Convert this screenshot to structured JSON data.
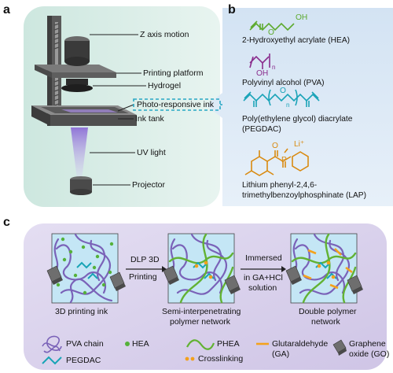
{
  "panels": {
    "a": "a",
    "b": "b",
    "c": "c"
  },
  "panel_a": {
    "z_axis": "Z axis motion",
    "platform": "Printing platform",
    "hydrogel": "Hydrogel",
    "ink": "Photo-responsive ink",
    "tank": "Ink tank",
    "uv": "UV light",
    "projector": "Projector"
  },
  "panel_b": {
    "hea_label": "2-Hydroxyethyl acrylate (HEA)",
    "hea_oh": "OH",
    "hea_o": "O",
    "pva_label": "Polyvinyl alcohol (PVA)",
    "pva_oh": "OH",
    "pva_n": "n",
    "peg_label_1": "Poly(ethylene glycol) diacrylate",
    "peg_label_2": "(PEGDAC)",
    "peg_o": "O",
    "peg_n": "n",
    "lap_label_1": "Lithium phenyl-2,4,6-",
    "lap_label_2": "trimethylbenzoylphosphinate (LAP)",
    "lap_li": "Li⁺",
    "lap_p": "P",
    "lap_o": "O"
  },
  "panel_c": {
    "box1_caption": "3D printing ink",
    "arrow1_top": "DLP 3D",
    "arrow1_bottom": "Printing",
    "box2_caption_1": "Semi-interpenetrating",
    "box2_caption_2": "polymer network",
    "arrow2_line1": "Immersed",
    "arrow2_line2": "in GA+HCl",
    "arrow2_line3": "solution",
    "box3_caption_1": "Double polymer",
    "box3_caption_2": "network"
  },
  "legend": {
    "pva": "PVA chain",
    "hea": "HEA",
    "phea": "PHEA",
    "ga_1": "Glutaraldehyde",
    "ga_2": "(GA)",
    "go_1": "Graphene",
    "go_2": "oxide (GO)",
    "pegdac": "PEGDAC",
    "crosslinking": "Crosslinking"
  },
  "colors": {
    "panel_a_bg": "#d7ede6",
    "panel_b_bg": "#dceaf6",
    "panel_c_bg": "#dcd5ec",
    "hea_green": "#5daa2f",
    "pva_purple": "#8a2d8d",
    "peg_teal": "#1aa3b8",
    "lap_orange": "#d98a10",
    "chain_purple": "#7a62b8",
    "crosslink_orange": "#f4a21c",
    "ink_box": "#c4e6f5"
  }
}
